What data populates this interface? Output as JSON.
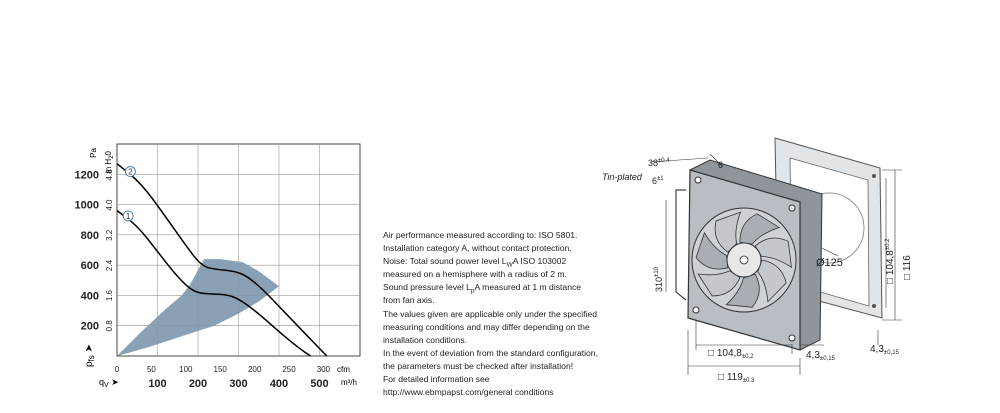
{
  "chart_data": {
    "type": "line",
    "x_primary": {
      "unit": "m³/h",
      "label": "qV",
      "ticks": [
        100,
        200,
        300,
        400,
        500
      ],
      "range": [
        0,
        600
      ]
    },
    "x_secondary": {
      "unit": "cfm",
      "ticks": [
        0,
        50,
        100,
        150,
        200,
        250,
        300
      ]
    },
    "y_primary": {
      "unit": "Pa",
      "label": "pfs",
      "ticks": [
        200,
        400,
        600,
        800,
        1000,
        1200
      ],
      "range": [
        0,
        1400
      ]
    },
    "y_secondary": {
      "unit": "in H2O",
      "ticks": [
        "0.8",
        "1.6",
        "2.4",
        "3.2",
        "4.0",
        "4.8"
      ],
      "values": [
        0.8,
        1.6,
        2.4,
        3.2,
        4.0,
        4.8
      ]
    },
    "grid": true,
    "series": [
      {
        "name": "1",
        "points": [
          [
            0,
            960
          ],
          [
            50,
            860
          ],
          [
            100,
            690
          ],
          [
            150,
            520
          ],
          [
            190,
            420
          ],
          [
            230,
            410
          ],
          [
            270,
            405
          ],
          [
            300,
            380
          ],
          [
            350,
            280
          ],
          [
            400,
            160
          ],
          [
            450,
            50
          ],
          [
            478,
            0
          ]
        ]
      },
      {
        "name": "2",
        "points": [
          [
            0,
            1270
          ],
          [
            60,
            1140
          ],
          [
            120,
            920
          ],
          [
            170,
            730
          ],
          [
            210,
            590
          ],
          [
            250,
            570
          ],
          [
            290,
            560
          ],
          [
            320,
            530
          ],
          [
            360,
            440
          ],
          [
            410,
            300
          ],
          [
            460,
            160
          ],
          [
            500,
            50
          ],
          [
            518,
            0
          ]
        ]
      }
    ],
    "operating_area": {
      "points": [
        [
          0,
          0
        ],
        [
          60,
          160
        ],
        [
          120,
          310
        ],
        [
          160,
          400
        ],
        [
          180,
          470
        ],
        [
          215,
          640
        ],
        [
          255,
          640
        ],
        [
          310,
          620
        ],
        [
          350,
          560
        ],
        [
          400,
          460
        ],
        [
          350,
          360
        ],
        [
          300,
          280
        ],
        [
          240,
          200
        ],
        [
          160,
          130
        ],
        [
          80,
          60
        ],
        [
          0,
          0
        ]
      ],
      "color": "#7d96ac"
    },
    "curve_color": "#000000",
    "marker_color": "#2f78b4"
  },
  "notes": [
    {
      "text": "Air performance measured according to: ISO 5801."
    },
    {
      "text": "Installation category A, without contact protection."
    },
    {
      "parts": [
        "Noise: Total sound power level L",
        "W",
        "A ISO 103002"
      ]
    },
    {
      "text": "measured on a hemisphere with a radius of 2 m."
    },
    {
      "parts": [
        "Sound pressure level L",
        "p",
        "A measured at 1 m distance"
      ]
    },
    {
      "text": "from fan axis."
    },
    {
      "text": "The values given are applicable only under the specified"
    },
    {
      "text": "measuring conditions and may differ depending on the"
    },
    {
      "text": "installation conditions."
    },
    {
      "text": "In the event of deviation from the standard configuration,"
    },
    {
      "text": "the parameters must be checked after installation!"
    },
    {
      "text": "For detailed information see"
    },
    {
      "text": "http://www.ebmpapst.com/general conditions"
    }
  ],
  "drawing": {
    "depth": "38",
    "depth_tol": "±0.4",
    "top6": "6",
    "tinplated": "Tin-plated",
    "tab6": "6",
    "tab6_tol": "±1",
    "lead": "310",
    "lead_tol": "±10",
    "dia": "Ø125",
    "hole_h": "□ 104,8",
    "hole_h_tol": "±0.2",
    "frame_h": "□ 116",
    "hole_w": "□ 104,8",
    "hole_w_tol": "±0.2",
    "frame_w": "□ 119",
    "frame_w_tol": "±0.3",
    "off1": "4,3",
    "off1_tol": "±0,15",
    "off2": "4,3",
    "off2_tol": "±0,15",
    "fan_color": "#b9bec4",
    "gasket_color": "#e2e5e8"
  }
}
